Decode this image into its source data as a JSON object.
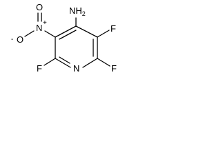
{
  "molecule": {
    "atoms": {
      "amino": "NH2",
      "n_ring": "N",
      "nitro_n": "N",
      "nitro_o_double": "O",
      "nitro_o_single": "O",
      "nitro_o_charge": "-",
      "nitro_n_charge": "+",
      "f_3": "F",
      "f_2": "F",
      "f_6": "F"
    }
  }
}
